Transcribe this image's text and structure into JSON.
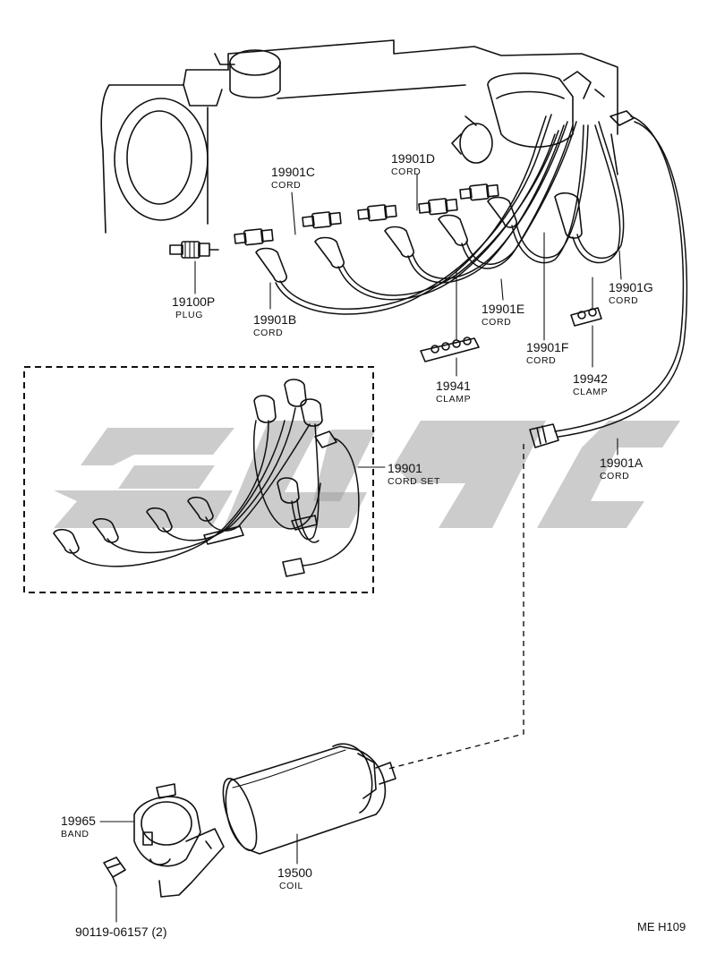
{
  "labels": {
    "plug": {
      "part_no": "19100P",
      "name": "PLUG"
    },
    "cord_b": {
      "part_no": "19901B",
      "name": "CORD"
    },
    "cord_c": {
      "part_no": "19901C",
      "name": "CORD"
    },
    "cord_d": {
      "part_no": "19901D",
      "name": "CORD"
    },
    "cord_e": {
      "part_no": "19901E",
      "name": "CORD"
    },
    "cord_f": {
      "part_no": "19901F",
      "name": "CORD"
    },
    "cord_g": {
      "part_no": "19901G",
      "name": "CORD"
    },
    "cord_a": {
      "part_no": "19901A",
      "name": "CORD"
    },
    "clamp_1": {
      "part_no": "19941",
      "name": "CLAMP"
    },
    "clamp_2": {
      "part_no": "19942",
      "name": "CLAMP"
    },
    "cord_set": {
      "part_no": "19901",
      "name": "CORD SET"
    },
    "band": {
      "part_no": "19965",
      "name": "BAND"
    },
    "coil": {
      "part_no": "19500",
      "name": "COIL"
    },
    "screw": {
      "part_no": "90119-06157 (2)"
    }
  },
  "reference_code": "ME H109",
  "colors": {
    "line": "#111111",
    "watermark": "#9a9a9a",
    "background": "#ffffff"
  }
}
